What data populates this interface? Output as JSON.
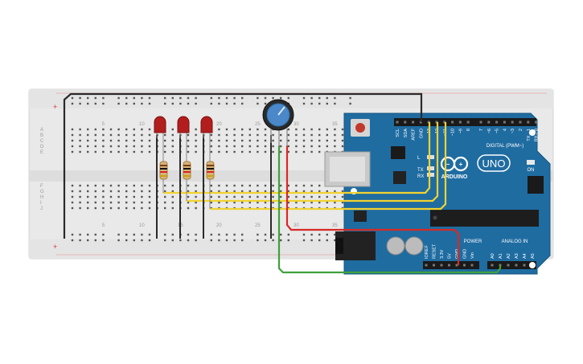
{
  "breadboard": {
    "column_numbers": [
      "5",
      "10",
      "15",
      "20",
      "25",
      "30",
      "35"
    ],
    "row_letters_top": [
      "A",
      "B",
      "C",
      "D",
      "E"
    ],
    "row_letters_bottom": [
      "F",
      "G",
      "H",
      "I",
      "J"
    ],
    "rail_plus": "+",
    "rail_minus": "-"
  },
  "arduino": {
    "brand": "ARDUINO",
    "model": "UNO",
    "on_label": "ON",
    "digital_label": "DIGITAL (PWM~)",
    "power_label": "POWER",
    "analog_label": "ANALOG IN",
    "tx_label": "TX",
    "rx_label": "RX",
    "l_label": "L",
    "top_pins": [
      "SCL",
      "SDA",
      "AREF",
      "GND",
      "13",
      "12",
      "~11",
      "~10",
      "~9",
      "8",
      "7",
      "~6",
      "~5",
      "4",
      "~3",
      "2",
      "TX→1",
      "RX←0"
    ],
    "power_pins": [
      "IOREF",
      "RESET",
      "3.3V",
      "5V",
      "GND",
      "GND",
      "Vin"
    ],
    "analog_pins": [
      "A0",
      "A1",
      "A2",
      "A3",
      "A4",
      "A5"
    ]
  },
  "colors": {
    "wire_yellow": "#f1d230",
    "wire_red": "#d72a25",
    "wire_green": "#3fa13c",
    "wire_black": "#2a2a2a",
    "board_blue": "#1f6ca1",
    "led_red": "#b21e1e"
  },
  "components": {
    "leds": [
      "led-1",
      "led-2",
      "led-3"
    ],
    "resistors": [
      "resistor-1",
      "resistor-2",
      "resistor-3"
    ],
    "potentiometer": "potentiometer"
  }
}
